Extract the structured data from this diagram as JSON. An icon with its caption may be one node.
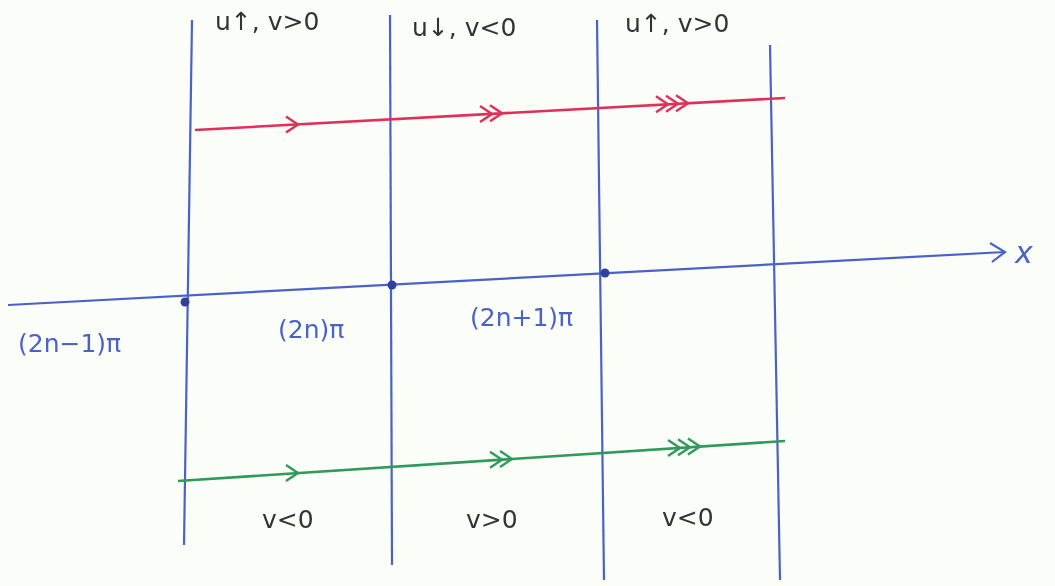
{
  "diagram": {
    "labels": [
      "u↑, v>0",
      "u↓, v<0",
      "u↑, v>0",
      "x",
      "(2n−1)π",
      "(2n)π",
      "(2n+1)π",
      "v<0",
      "v>0",
      "v<0"
    ]
  }
}
